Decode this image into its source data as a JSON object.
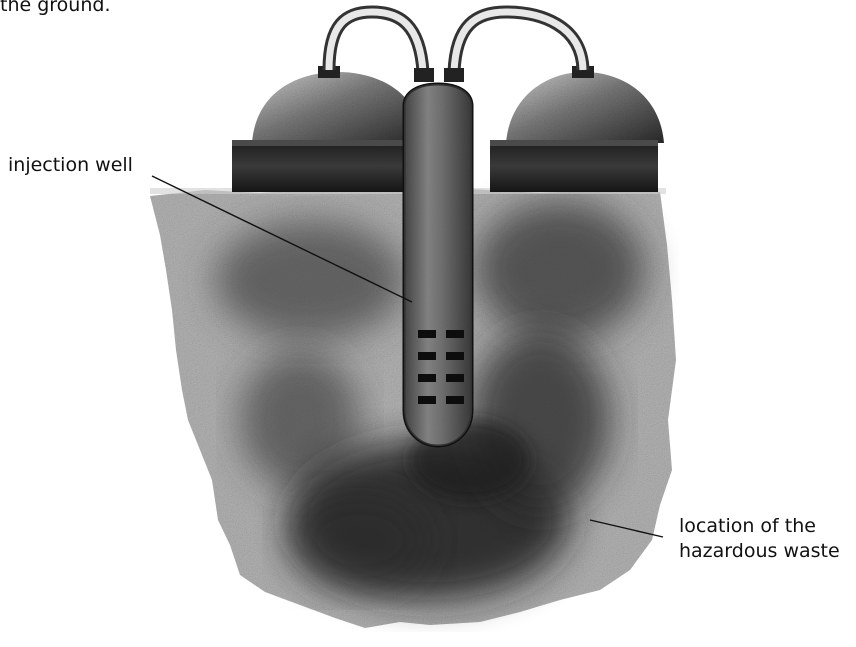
{
  "caption": {
    "partial_text": "the ground."
  },
  "labels": {
    "injection_well": "injection well",
    "waste_line1": "location of the",
    "waste_line2": "hazardous waste"
  }
}
